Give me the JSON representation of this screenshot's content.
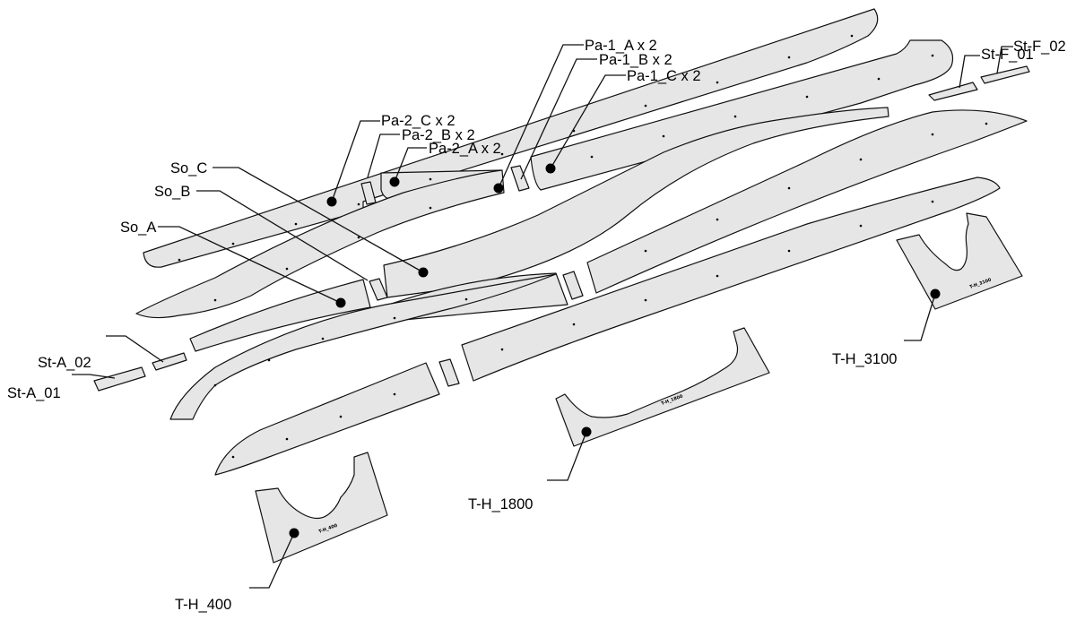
{
  "labels": {
    "pa2c": "Pa-2_C x 2",
    "pa2b": "Pa-2_B x 2",
    "pa2a": "Pa-2_A x 2",
    "pa1a": "Pa-1_A x 2",
    "pa1b": "Pa-1_B x 2",
    "pa1c": "Pa-1_C x 2",
    "stf01": "St-F_01",
    "stf02": "St-F_02",
    "soc": "So_C",
    "sob": "So_B",
    "soa": "So_A",
    "sta02": "St-A_02",
    "sta01": "St-A_01",
    "th3100": "T-H_3100",
    "th1800": "T-H_1800",
    "th400": "T-H_400"
  },
  "part_marks": {
    "th3100": "T-H_3100",
    "th1800": "T-H_1800",
    "th400": "T-H_400"
  },
  "colors": {
    "part_fill": "#e6e6e6",
    "line": "#111111",
    "background": "#ffffff"
  }
}
